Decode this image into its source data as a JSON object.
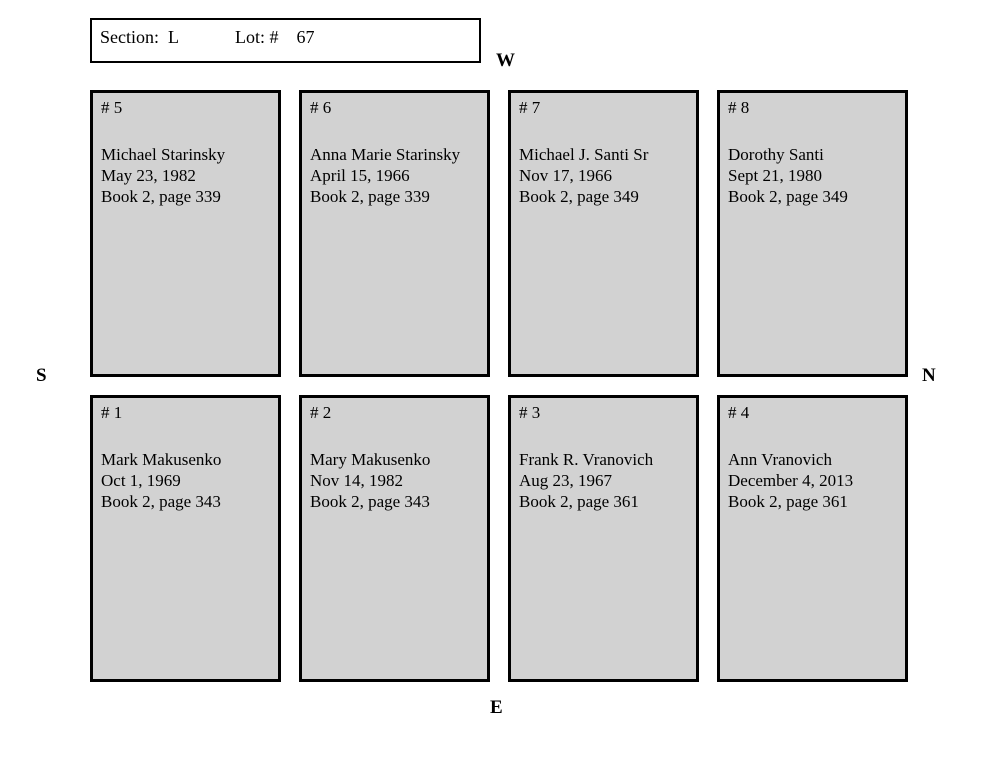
{
  "header": {
    "section_label": "Section:",
    "section_value": "L",
    "lot_label": "Lot: #",
    "lot_value": "67"
  },
  "compass": {
    "west": "W",
    "south": "S",
    "north": "N",
    "east": "E"
  },
  "plots": [
    {
      "number": "# 5",
      "name": "Michael Starinsky",
      "date": "May 23, 1982",
      "book": "Book 2, page 339"
    },
    {
      "number": "# 6",
      "name": "Anna Marie Starinsky",
      "date": "April 15, 1966",
      "book": "Book 2, page 339"
    },
    {
      "number": "# 7",
      "name": "Michael J. Santi Sr",
      "date": "Nov 17, 1966",
      "book": "Book 2, page 349"
    },
    {
      "number": "# 8",
      "name": "Dorothy Santi",
      "date": "Sept 21, 1980",
      "book": "Book 2, page 349"
    },
    {
      "number": "# 1",
      "name": "Mark Makusenko",
      "date": "Oct 1, 1969",
      "book": "Book 2, page 343"
    },
    {
      "number": "# 2",
      "name": "Mary Makusenko",
      "date": "Nov 14, 1982",
      "book": "Book 2, page 343"
    },
    {
      "number": "# 3",
      "name": "Frank R. Vranovich",
      "date": "Aug 23, 1967",
      "book": "Book 2, page 361"
    },
    {
      "number": "# 4",
      "name": "Ann Vranovich",
      "date": "December 4, 2013",
      "book": "Book 2, page 361"
    }
  ],
  "colors": {
    "background": "#ffffff",
    "plot_fill": "#d2d2d2",
    "border": "#000000"
  }
}
